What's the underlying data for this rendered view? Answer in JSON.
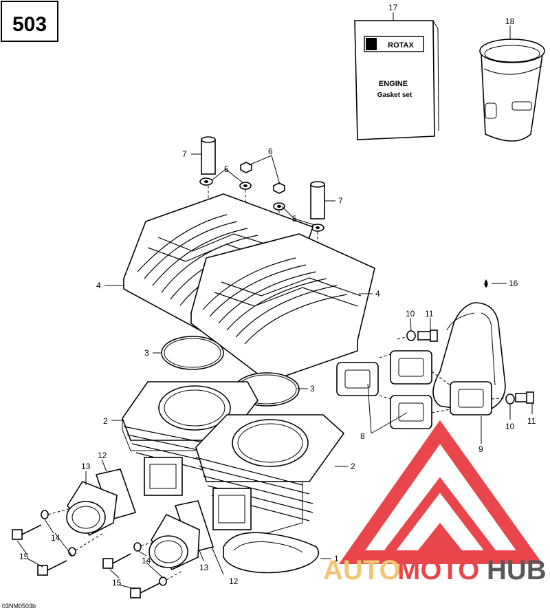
{
  "page_number": "503",
  "diagram_code": "03NM0503b",
  "booklet": {
    "brand": "ROTAX",
    "title": "ENGINE",
    "subtitle": "Gasket set"
  },
  "watermark": {
    "brand_a": "AUTO",
    "brand_b": "MOTO",
    "brand_c": "HUB",
    "colors": {
      "red": "#e8373d",
      "yellow": "#f3c26a",
      "gray": "#4b4b4b"
    }
  },
  "callouts": [
    {
      "n": "1"
    },
    {
      "n": "2"
    },
    {
      "n": "2"
    },
    {
      "n": "3"
    },
    {
      "n": "3"
    },
    {
      "n": "4"
    },
    {
      "n": "4"
    },
    {
      "n": "5"
    },
    {
      "n": "5"
    },
    {
      "n": "6"
    },
    {
      "n": "7"
    },
    {
      "n": "7"
    },
    {
      "n": "8"
    },
    {
      "n": "9"
    },
    {
      "n": "10"
    },
    {
      "n": "10"
    },
    {
      "n": "11"
    },
    {
      "n": "11"
    },
    {
      "n": "12"
    },
    {
      "n": "12"
    },
    {
      "n": "13"
    },
    {
      "n": "13"
    },
    {
      "n": "14"
    },
    {
      "n": "14"
    },
    {
      "n": "15"
    },
    {
      "n": "15"
    },
    {
      "n": "16"
    },
    {
      "n": "17"
    },
    {
      "n": "18"
    }
  ]
}
